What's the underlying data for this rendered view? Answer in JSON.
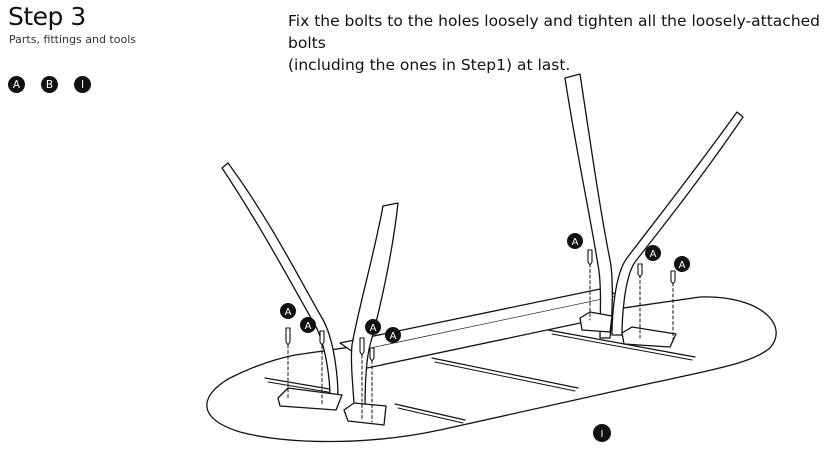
{
  "header": {
    "title": "Step 3",
    "subtitle": "Parts, fittings and tools"
  },
  "instructions": {
    "line1": "Fix the bolts to the holes loosely and tighten all the loosely-attached bolts",
    "line2": "(including the ones in Step1) at last."
  },
  "parts_list": [
    "A",
    "B",
    "I"
  ],
  "diagram": {
    "bolt_label": "A",
    "tabletop_label": "I"
  }
}
